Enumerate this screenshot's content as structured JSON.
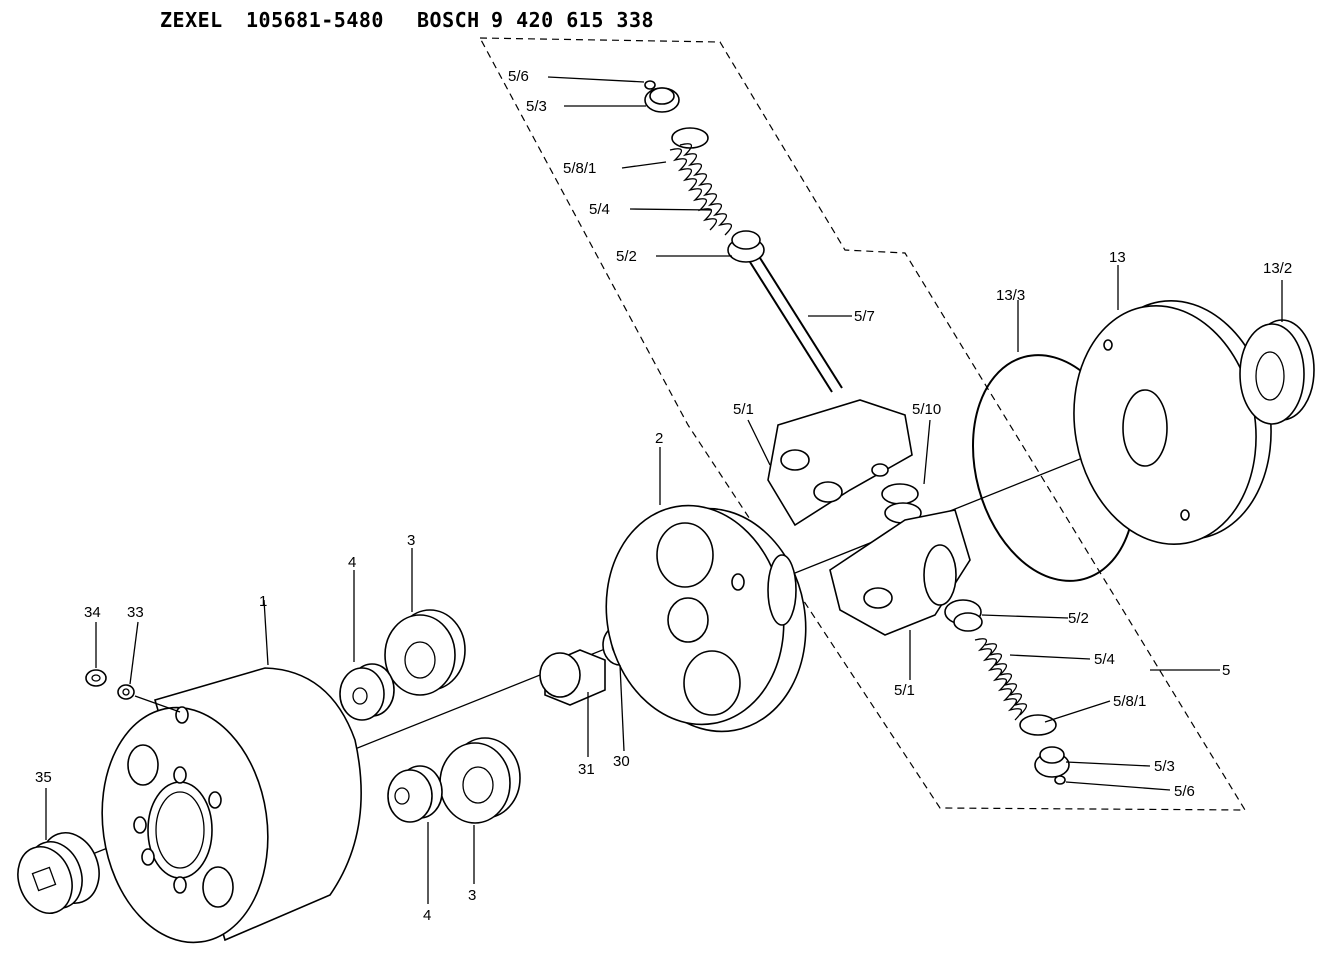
{
  "header": {
    "brand1": "ZEXEL",
    "code1": "105681-5480",
    "brand2": "BOSCH",
    "code2": "9 420 615 338"
  },
  "labels": {
    "p5_6_top": "5/6",
    "p5_3_top": "5/3",
    "p5_8_1_top": "5/8/1",
    "p5_4_top": "5/4",
    "p5_2_top": "5/2",
    "p5_7": "5/7",
    "p5_1_top": "5/1",
    "p5_10": "5/10",
    "p13_3": "13/3",
    "p13": "13",
    "p13_2": "13/2",
    "p2": "2",
    "p3_top": "3",
    "p4_top": "4",
    "p1": "1",
    "p34": "34",
    "p33": "33",
    "p35": "35",
    "p31": "31",
    "p30": "30",
    "p4_bot": "4",
    "p3_bot": "3",
    "p5_2_bot": "5/2",
    "p5_4_bot": "5/4",
    "p5_1_bot": "5/1",
    "p5": "5",
    "p5_8_1_bot": "5/8/1",
    "p5_3_bot": "5/3",
    "p5_6_bot": "5/6"
  }
}
